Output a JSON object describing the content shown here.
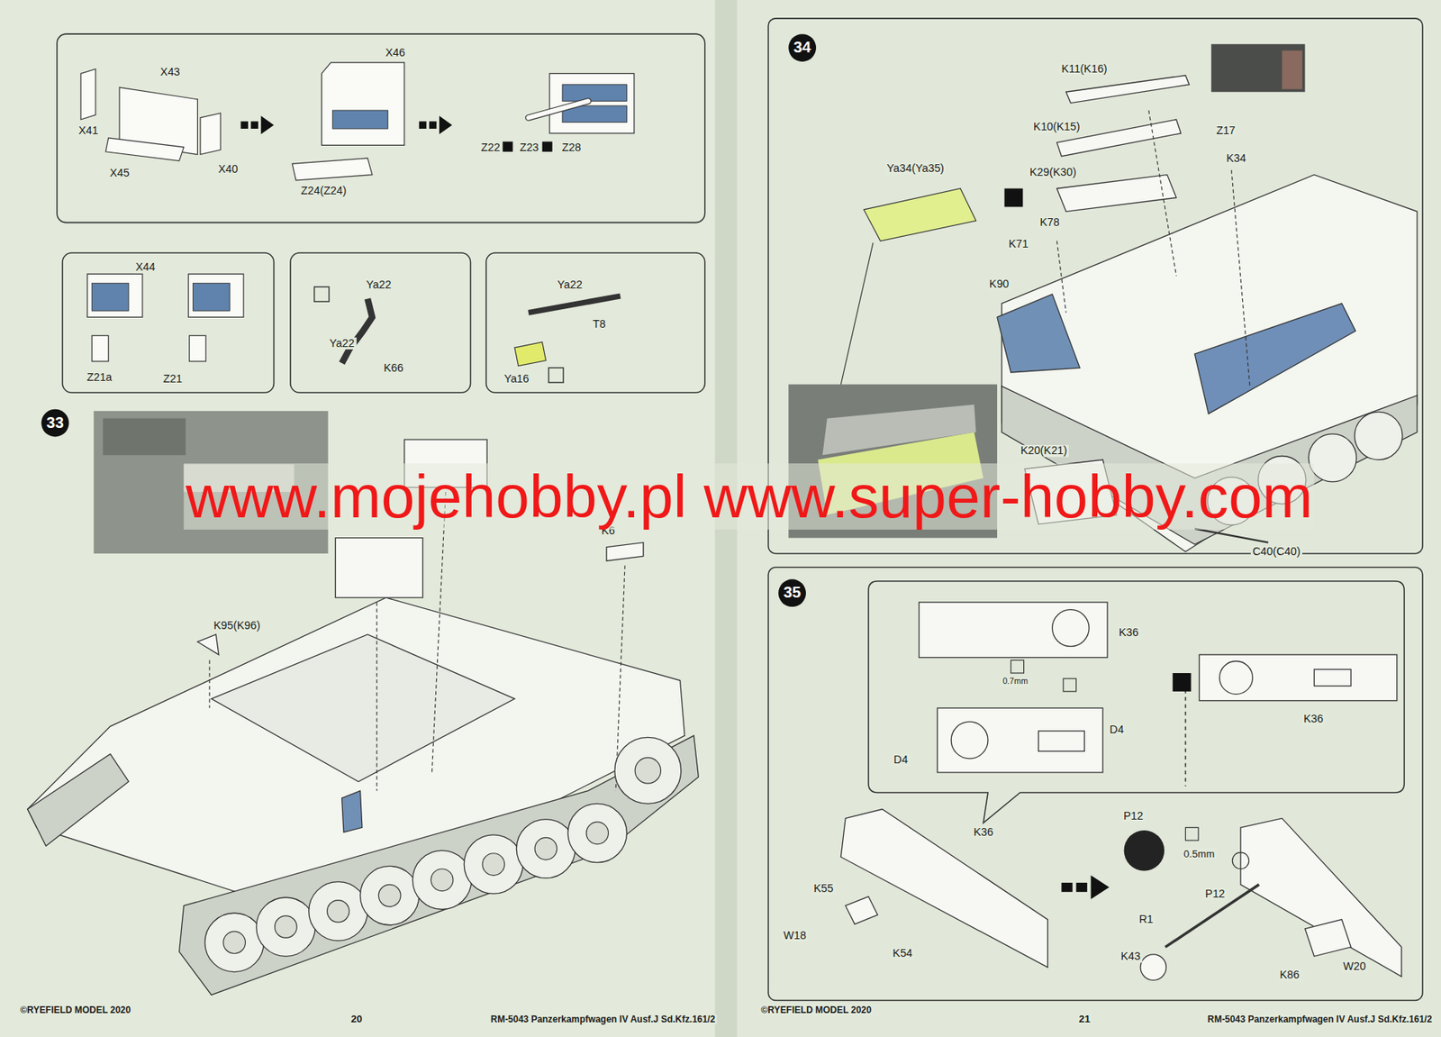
{
  "diagram": {
    "nodes": [
      {
        "text": [
          "33"
        ]
      },
      {
        "text": [
          "34"
        ]
      },
      {
        "text": [
          "35"
        ]
      }
    ],
    "labels": [
      "X43",
      "X46",
      "X41",
      "X45",
      "X40",
      "Z24(Z24)",
      "Z22",
      "Z23",
      "Z28",
      "X44",
      "Z21a",
      "Z21",
      "Ya22",
      "Ya22",
      "K66",
      "Ya22",
      "T8",
      "Ya16",
      "K95(K96)",
      "K6",
      "K11(K16)",
      "K10(K15)",
      "Z17",
      "Ya34(Ya35)",
      "K29(K30)",
      "K34",
      "K78",
      "K71",
      "K90",
      "K20(K21)",
      "C40(C40)",
      "K36",
      "0.7mm",
      "D4",
      "D4",
      "K36",
      "K36",
      "K55",
      "W18",
      "K54",
      "P12",
      "0.5mm",
      "P12",
      "R1",
      "K43",
      "K86",
      "W20",
      "www.mojehobby.pl www.super-hobby.com",
      "©RYEFIELD MODEL 2020",
      "20",
      "RM-5043 Panzerkampfwagen IV Ausf.J Sd.Kfz.161/2",
      "©RYEFIELD MODEL 2020",
      "21",
      "RM-5043 Panzerkampfwagen IV Ausf.J Sd.Kfz.161/2"
    ]
  }
}
